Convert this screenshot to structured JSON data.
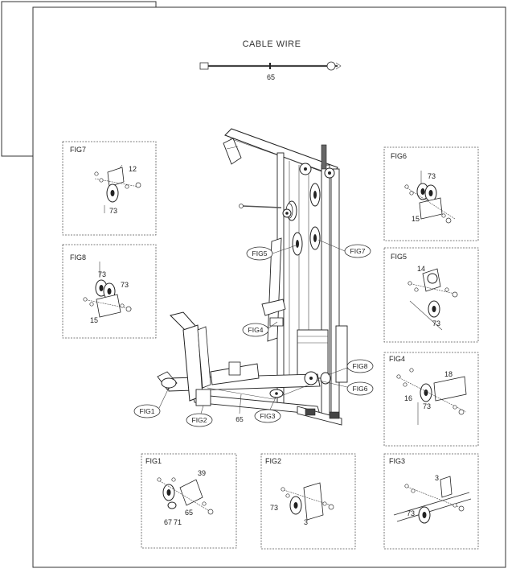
{
  "header": {
    "title": "CABLE WIRE",
    "part_number": "65"
  },
  "main": {
    "callouts": {
      "fig1": "FIG1",
      "fig2": "FIG2",
      "fig3": "FIG3",
      "fig4": "FIG4",
      "fig5": "FIG5",
      "fig6": "FIG6",
      "fig7": "FIG7",
      "fig8": "FIG8",
      "cable": "65"
    }
  },
  "panels": {
    "fig7": {
      "title": "FIG7",
      "labels": [
        "12",
        "73"
      ]
    },
    "fig8": {
      "title": "FIG8",
      "labels": [
        "73",
        "73",
        "15"
      ]
    },
    "fig6": {
      "title": "FIG6",
      "labels": [
        "73",
        "15"
      ]
    },
    "fig5": {
      "title": "FIG5",
      "labels": [
        "14",
        "73"
      ]
    },
    "fig4": {
      "title": "FIG4",
      "labels": [
        "18",
        "16",
        "73"
      ]
    },
    "fig1": {
      "title": "FIG1",
      "labels": [
        "39",
        "65",
        "67",
        "71"
      ]
    },
    "fig2": {
      "title": "FIG2",
      "labels": [
        "73",
        "3"
      ]
    },
    "fig3": {
      "title": "FIG3",
      "labels": [
        "3",
        "73"
      ]
    }
  }
}
